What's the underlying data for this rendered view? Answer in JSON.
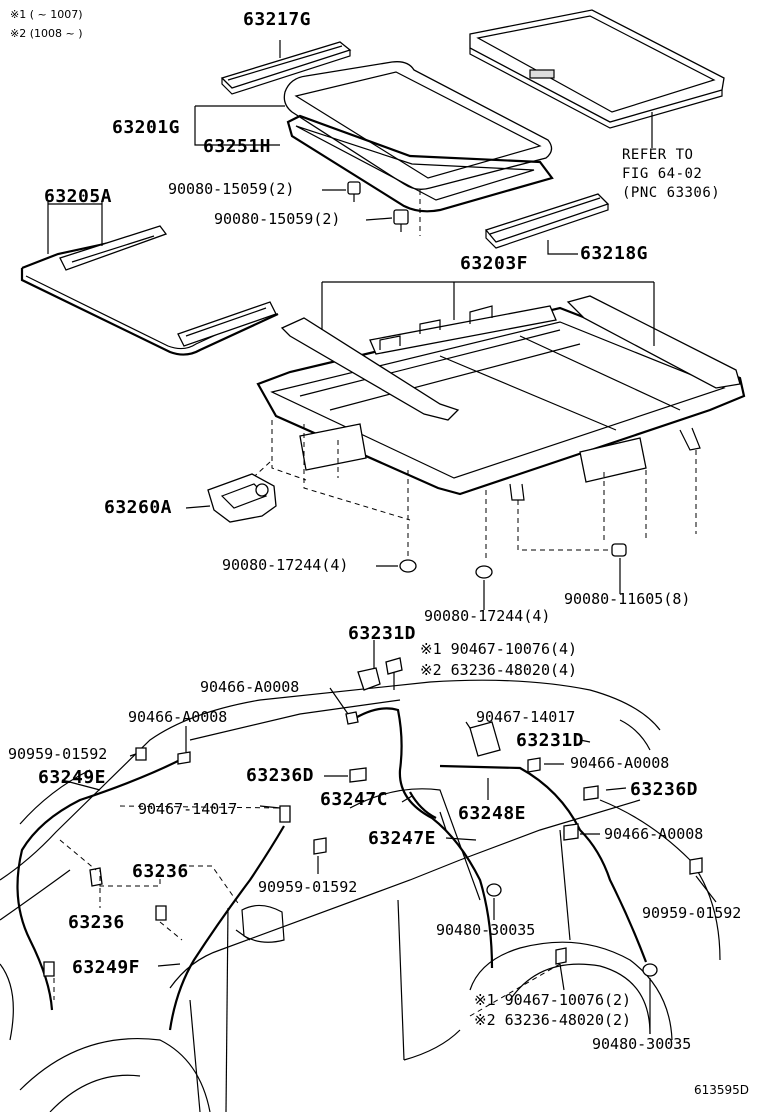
{
  "notes": {
    "note1": "※1 (     ~ 1007)",
    "note2": "※2 (1008 ~      )"
  },
  "labels": {
    "p63217G": "63217G",
    "p63201G": "63201G",
    "p63251H": "63251H",
    "p90080_15059_a": "90080-15059(2)",
    "p90080_15059_b": "90080-15059(2)",
    "p63205A": "63205A",
    "refer_line1": "REFER TO",
    "refer_line2": "FIG 64-02",
    "refer_line3": "(PNC 63306)",
    "p63218G": "63218G",
    "p63203F": "63203F",
    "p63260A": "63260A",
    "p90080_17244_a": "90080-17244(4)",
    "p90080_17244_b": "90080-17244(4)",
    "p90080_11605": "90080-11605(8)",
    "p63231D_a": "63231D",
    "p90467_10076_a": "※1 90467-10076(4)",
    "p63236_48020_a": "※2 63236-48020(4)",
    "p90466_A0008_a": "90466-A0008",
    "p90466_A0008_b": "90466-A0008",
    "p90467_14017_a": "90467-14017",
    "p63231D_b": "63231D",
    "p90466_A0008_c": "90466-A0008",
    "p90959_01592_a": "90959-01592",
    "p63249E": "63249E",
    "p63236D_a": "63236D",
    "p63236D_b": "63236D",
    "p63247C": "63247C",
    "p90467_14017_b": "90467-14017",
    "p63248E": "63248E",
    "p90466_A0008_d": "90466-A0008",
    "p63247E": "63247E",
    "p63236_a": "63236",
    "p90959_01592_b": "90959-01592",
    "p63236_b": "63236",
    "p90480_30035_a": "90480-30035",
    "p90959_01592_c": "90959-01592",
    "p63249F": "63249F",
    "p90467_10076_b": "※1 90467-10076(2)",
    "p63236_48020_b": "※2 63236-48020(2)",
    "p90480_30035_b": "90480-30035",
    "figure_code": "613595D"
  }
}
